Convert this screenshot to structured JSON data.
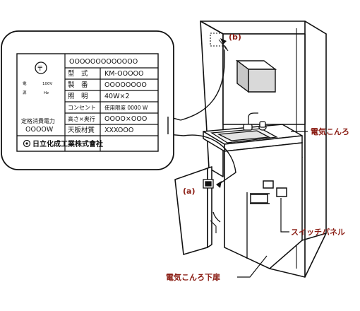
{
  "labels": {
    "a": "(a)",
    "b": "(b)",
    "stove": "電気こんろ",
    "switch_panel": "スイッチパネル",
    "lower_door": "電気こんろ下扉"
  },
  "colors": {
    "label_red": "#8b1d14",
    "line": "#111111",
    "glass": "#e6e6e6"
  },
  "nameplate": {
    "symbol": "〒",
    "ratings_left": {
      "voltage_label": "電",
      "voltage_value": "100V",
      "source_label": "源",
      "freq_value": "Hz",
      "power_label": "定格消費電力",
      "power_value": "OOOOW"
    },
    "header_code": "OOOOOOOOOOOOO",
    "rows": [
      {
        "key": "型　式",
        "value": "KM-OOOOO"
      },
      {
        "key": "製　番",
        "value": "OOOOOOOO"
      },
      {
        "key": "照　明",
        "value": "40W×2"
      },
      {
        "key": "コンセント",
        "value": "使用限度 0000 W"
      },
      {
        "key": "高さ×奥行",
        "value": "OOOO×OOO"
      },
      {
        "key": "天板材質",
        "value": "XXXOOO"
      }
    ],
    "maker": "日立化成工業株式會社"
  }
}
